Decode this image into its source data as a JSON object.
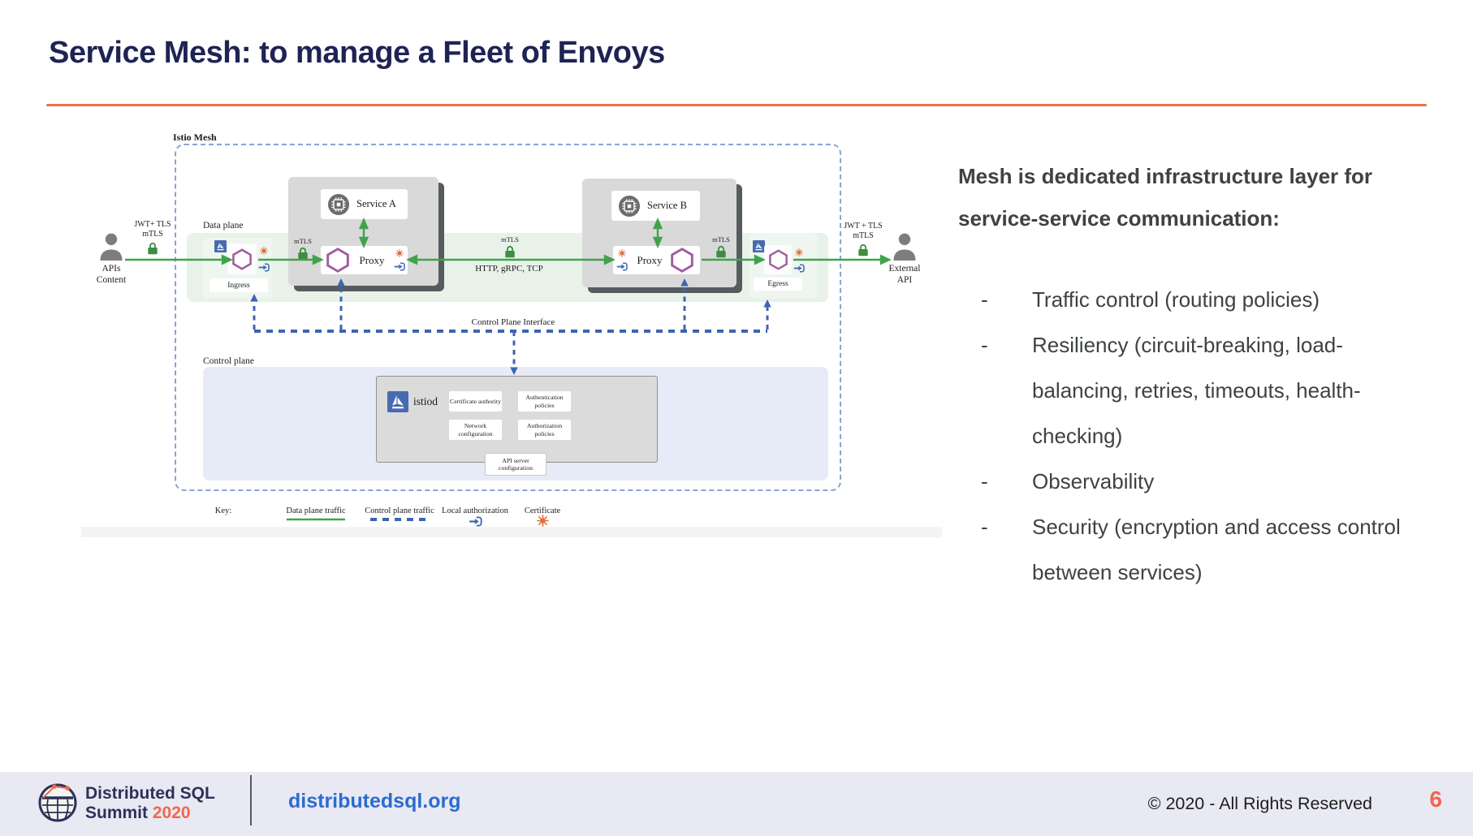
{
  "header": {
    "title": "Service Mesh: to manage a Fleet of Envoys"
  },
  "colors": {
    "accent_orange": "#e8714d",
    "title_navy": "#1d2453",
    "istio_blue": "#466bb0",
    "traffic_green": "#3fa34d",
    "proxy_purple": "#a15ca0",
    "cert_orange": "#dd6f3c",
    "auth_blue": "#3f6ab4",
    "control_dash_blue": "#3d64b0",
    "footer_band": "#e8e9f3",
    "page_orange": "#f0674c",
    "link_blue": "#2b6cd0"
  },
  "diagram": {
    "mesh_label": "Istio Mesh",
    "data_plane_label": "Data plane",
    "control_plane_label": "Control plane",
    "cpi_label": "Control Plane Interface",
    "http_label": "HTTP, gRPC, TCP",
    "service_a": "Service A",
    "service_b": "Service B",
    "proxy_label": "Proxy",
    "ingress_label": "Ingress",
    "egress_label": "Egress",
    "mtls_label": "mTLS",
    "jwt_left": {
      "line1": "JWT+ TLS",
      "line2": "mTLS"
    },
    "jwt_right": {
      "line1": "JWT + TLS",
      "line2": "mTLS"
    },
    "actor_left": {
      "line1": "APIs",
      "line2": "Content"
    },
    "actor_right": {
      "line1": "External",
      "line2": "API"
    },
    "istiod": {
      "name": "istiod",
      "boxes": [
        "Certificate authority",
        "Authentication policies",
        "Network configuration",
        "Authorization policies"
      ],
      "api_server": "API server configuration"
    },
    "key": {
      "title": "Key:",
      "data_plane": "Data plane traffic",
      "control_plane": "Control plane traffic",
      "local_auth": "Local authorization",
      "certificate": "Certificate"
    }
  },
  "panel": {
    "heading_lines": [
      "Mesh is dedicated infrastructure layer for",
      "service-service communication:"
    ],
    "dash": "-",
    "bullets": [
      "Traffic control (routing policies)",
      "Resiliency (circuit-breaking, load-balancing, retries, timeouts, health-checking)",
      "Observability",
      "Security (encryption and access control between services)"
    ]
  },
  "footer": {
    "brand_line1": "Distributed SQL",
    "summit": "Summit ",
    "year": "2020",
    "website": "distributedsql.org",
    "copyright": "© 2020 - All Rights Reserved",
    "page": "6"
  }
}
